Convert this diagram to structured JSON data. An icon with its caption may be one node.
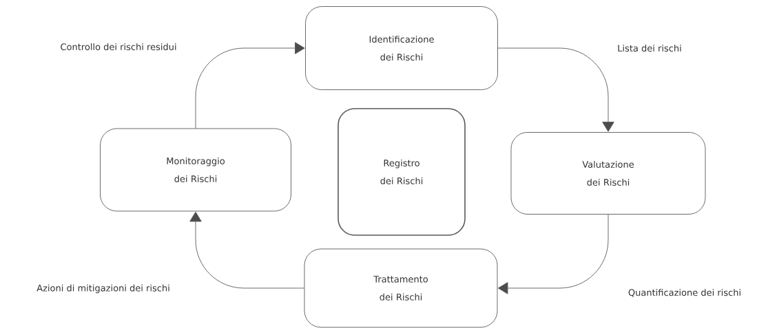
{
  "diagram": {
    "nodes": [
      {
        "text": [
          "Identificazione dei Rischi"
        ]
      },
      {
        "text": [
          "Valutazione dei Rischi"
        ]
      },
      {
        "text": [
          "Trattamento dei Rischi"
        ]
      },
      {
        "text": [
          "Monitoraggio dei Rischi"
        ]
      },
      {
        "text": [
          "Registro dei Rischi"
        ]
      }
    ],
    "edges": [
      {
        "from": 0,
        "to": 1,
        "arrow": "to",
        "label": "Lista dei rischi"
      },
      {
        "from": 1,
        "to": 2,
        "arrow": "to",
        "label": "Quantificazione dei rischi"
      },
      {
        "from": 2,
        "to": 3,
        "arrow": "to",
        "label": "Azioni di mitigazioni dei rischi"
      },
      {
        "from": 3,
        "to": 0,
        "arrow": "to",
        "label": "Controllo dei rischi residui"
      }
    ]
  }
}
